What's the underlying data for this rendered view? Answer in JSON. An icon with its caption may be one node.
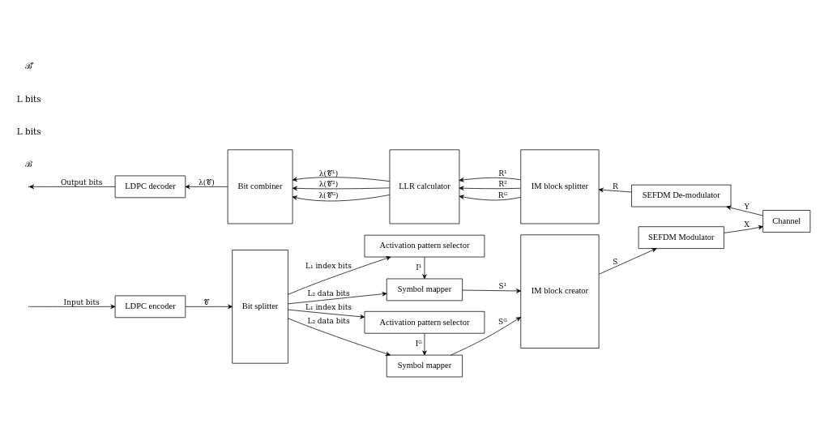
{
  "diagram": {
    "nodes": [
      {
        "text": [
          "LDPC encoder"
        ]
      },
      {
        "text": [
          "Bit splitter"
        ]
      },
      {
        "text": [
          "Activation pattern selector"
        ]
      },
      {
        "text": [
          "Symbol mapper"
        ]
      },
      {
        "text": [
          "Activation pattern selector"
        ]
      },
      {
        "text": [
          "Symbol mapper"
        ]
      },
      {
        "text": [
          "IM block creator"
        ]
      },
      {
        "text": [
          "SEFDM Modulator"
        ]
      },
      {
        "text": [
          "Channel"
        ]
      },
      {
        "text": [
          "SEFDM De-modulator"
        ]
      },
      {
        "text": [
          "IM block splitter"
        ]
      },
      {
        "text": [
          "LLR calculator"
        ]
      },
      {
        "text": [
          "Bit combiner"
        ]
      },
      {
        "text": [
          "LDPC decoder"
        ]
      }
    ],
    "edges": [
      {
        "from": null,
        "to": 0,
        "arrow": "to",
        "label": "Input bits"
      },
      {
        "from": 0,
        "to": 1,
        "arrow": "to",
        "label": "𝒞"
      },
      {
        "from": 1,
        "to": 2,
        "arrow": "to",
        "label": "L₁ index bits"
      },
      {
        "from": 1,
        "to": 3,
        "arrow": "to",
        "label": "L₂ data bits"
      },
      {
        "from": 2,
        "to": 3,
        "arrow": "to",
        "label": "I¹"
      },
      {
        "from": 1,
        "to": 4,
        "arrow": "to",
        "label": "L₁ index bits"
      },
      {
        "from": 1,
        "to": 5,
        "arrow": "to",
        "label": "L₂ data bits"
      },
      {
        "from": 4,
        "to": 5,
        "arrow": "to",
        "label": "Iᴳ"
      },
      {
        "from": 3,
        "to": 6,
        "arrow": "to",
        "label": "S¹"
      },
      {
        "from": 5,
        "to": 6,
        "arrow": "to",
        "label": "Sᴳ"
      },
      {
        "from": 6,
        "to": 7,
        "arrow": "to",
        "label": "S"
      },
      {
        "from": 7,
        "to": 8,
        "arrow": "to",
        "label": "X"
      },
      {
        "from": 8,
        "to": 9,
        "arrow": "to",
        "label": "Y"
      },
      {
        "from": 9,
        "to": 10,
        "arrow": "to",
        "label": "R"
      },
      {
        "from": 10,
        "to": 11,
        "arrow": "to",
        "label": "R¹"
      },
      {
        "from": 10,
        "to": 11,
        "arrow": "to",
        "label": "R²"
      },
      {
        "from": 10,
        "to": 11,
        "arrow": "to",
        "label": "Rᴳ"
      },
      {
        "from": 11,
        "to": 12,
        "arrow": "to",
        "label": "λ(𝒞¹)"
      },
      {
        "from": 11,
        "to": 12,
        "arrow": "to",
        "label": "λ(𝒞²)"
      },
      {
        "from": 11,
        "to": 12,
        "arrow": "to",
        "label": "λ(𝒞ᴳ)"
      },
      {
        "from": 12,
        "to": 13,
        "arrow": "to",
        "label": "λ(𝒞)"
      },
      {
        "from": 13,
        "to": null,
        "arrow": "to",
        "label": "Output bits"
      }
    ],
    "labels": [
      "ℬ",
      "L bits",
      "L bits",
      "ℬ̂"
    ]
  }
}
